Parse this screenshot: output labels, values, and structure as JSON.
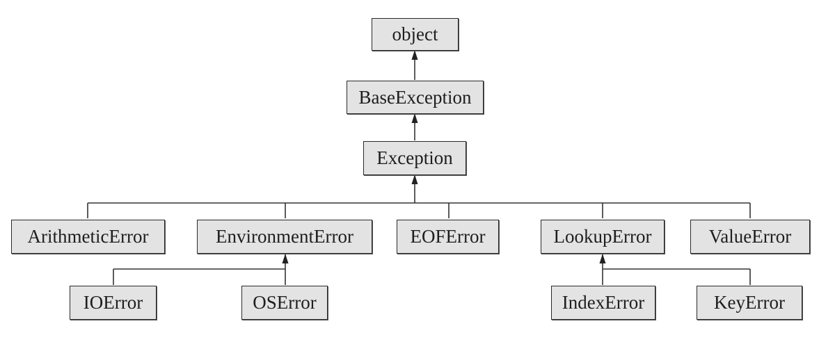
{
  "nodes": {
    "object": "object",
    "base_exception": "BaseException",
    "exception": "Exception",
    "arithmetic_error": "ArithmeticError",
    "environment_error": "EnvironmentError",
    "eof_error": "EOFError",
    "lookup_error": "LookupError",
    "value_error": "ValueError",
    "io_error": "IOError",
    "os_error": "OSError",
    "index_error": "IndexError",
    "key_error": "KeyError"
  },
  "edges": [
    {
      "from": "base_exception",
      "to": "object"
    },
    {
      "from": "exception",
      "to": "base_exception"
    },
    {
      "from": "arithmetic_error",
      "to": "exception"
    },
    {
      "from": "environment_error",
      "to": "exception"
    },
    {
      "from": "eof_error",
      "to": "exception"
    },
    {
      "from": "lookup_error",
      "to": "exception"
    },
    {
      "from": "value_error",
      "to": "exception"
    },
    {
      "from": "io_error",
      "to": "environment_error"
    },
    {
      "from": "os_error",
      "to": "environment_error"
    },
    {
      "from": "index_error",
      "to": "lookup_error"
    },
    {
      "from": "key_error",
      "to": "lookup_error"
    }
  ]
}
